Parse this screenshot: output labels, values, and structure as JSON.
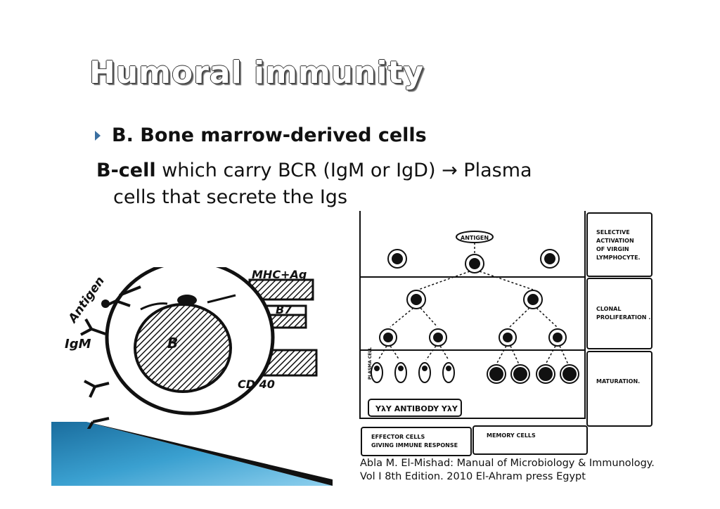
{
  "slide": {
    "title": "Humoral immunity",
    "bullet": "B. Bone marrow-derived cells",
    "body": {
      "bold_term": "B-cell",
      "line1_rest": " which carry BCR (IgM or IgD) → Plasma",
      "line2": "cells that secrete the Igs"
    },
    "citation": {
      "line1": "Abla M. El-Mishad: Manual of Microbiology & Immunology.",
      "line2": "Vol I 8th Edition. 2010 El-Ahram press Egypt"
    }
  },
  "cell_figure": {
    "labels": {
      "antigen": "Antigen",
      "igm": "IgM",
      "b": "B",
      "mhc": "MHC+Ag",
      "b7": "B7",
      "cd40": "CD 40"
    }
  },
  "flow_figure": {
    "antigen_label": "ANTIGEN",
    "stages": {
      "selective": [
        "SELECTIVE",
        "ACTIVATION",
        "OF VIRGIN",
        "LYMPHOCYTE."
      ],
      "clonal": [
        "CLONAL",
        "PROLIFERATION ."
      ],
      "maturation": [
        "MATURATION."
      ]
    },
    "plasma_label": "PLASMA CELL",
    "antibody_label": "YλY ANTIBODY YλY",
    "effector": [
      "EFFECTOR CELLS",
      "GIVING IMMUNE RESPONSE"
    ],
    "memory": "MEMORY CELLS"
  },
  "colors": {
    "bullet": "#3a6fa0",
    "wedge_blue": "#2a86b8",
    "wedge_dark": "#111111"
  }
}
